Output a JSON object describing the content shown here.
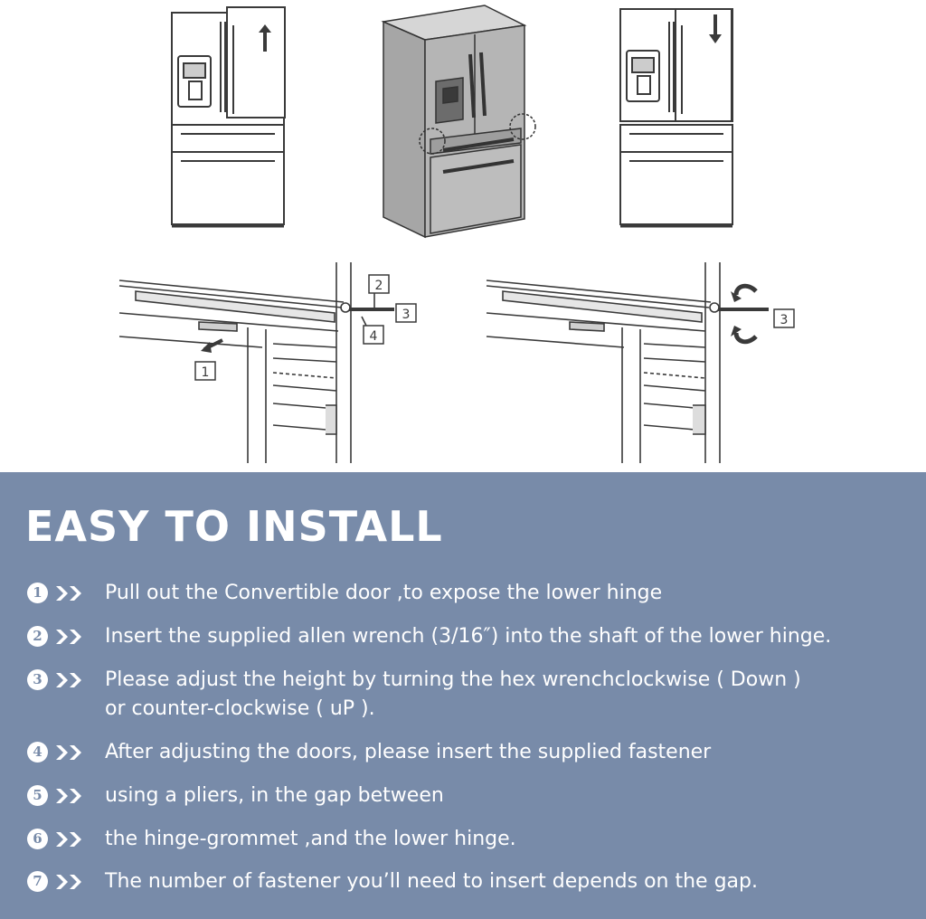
{
  "title": "EASY TO INSTALL",
  "callouts": {
    "c1": "1",
    "c2": "2",
    "c3": "3",
    "c4": "4",
    "c3b": "3"
  },
  "steps": [
    {
      "num": "1",
      "lines": [
        "Pull out the Convertible door ,to expose the lower hinge"
      ]
    },
    {
      "num": "2",
      "lines": [
        "Insert the supplied allen wrench (3/16″) into the shaft  of the lower hinge."
      ]
    },
    {
      "num": "3",
      "lines": [
        "Please adjust the height by turning the hex wrenchclockwise ( Down )",
        "or counter-clockwise ( uP )."
      ]
    },
    {
      "num": "4",
      "lines": [
        "After adjusting the doors, please insert the supplied fastener"
      ]
    },
    {
      "num": "5",
      "lines": [
        "using a pliers, in the gap between"
      ]
    },
    {
      "num": "6",
      "lines": [
        "the hinge-grommet ,and the lower hinge."
      ]
    },
    {
      "num": "7",
      "lines": [
        "The number of fastener you’ll need to insert depends on the gap."
      ]
    }
  ],
  "colors": {
    "panel": "#788ba9",
    "text": "#ffffff",
    "line_art": "#3a3a3a"
  }
}
